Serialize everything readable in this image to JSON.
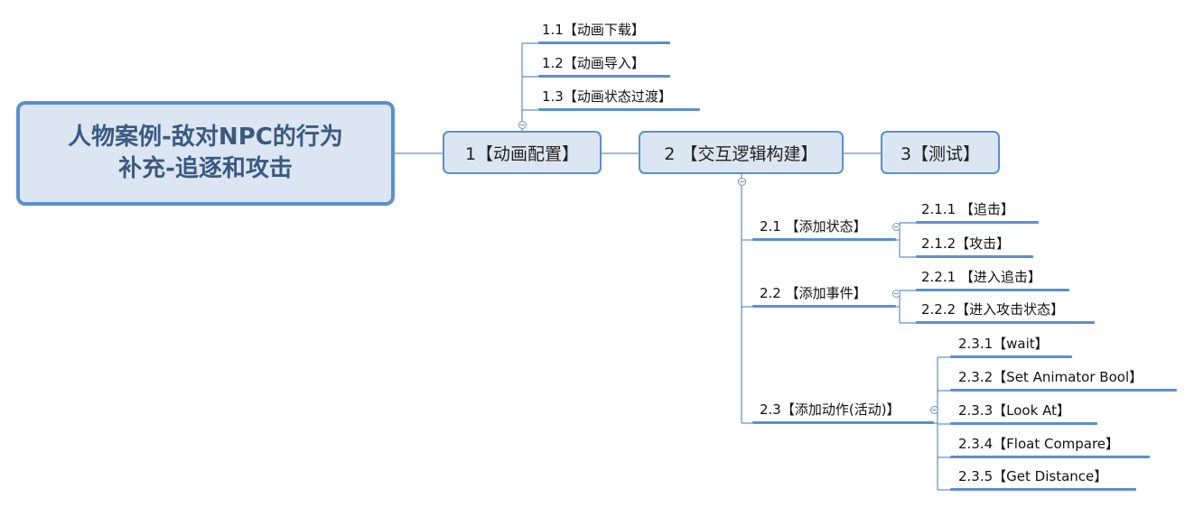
{
  "root": {
    "label": "人物案例-敌对NPC的行为\n补充-追逐和攻击"
  },
  "nodes": [
    {
      "label": "1【动画配置】",
      "children": [
        "1.1【动画下载】",
        "1.2【动画导入】",
        "1.3【动画状态过渡】"
      ]
    },
    {
      "label": "2 【交互逻辑构建】",
      "children": [
        {
          "label": "2.1 【添加状态】",
          "children": [
            "2.1.1 【追击】",
            "2.1.2【攻击】"
          ]
        },
        {
          "label": "2.2 【添加事件】",
          "children": [
            "2.2.1 【进入追击】",
            "2.2.2【进入攻击状态】"
          ]
        },
        {
          "label": "2.3【添加动作(活动)】",
          "children": [
            "2.3.1【wait】",
            "2.3.2【Set Animator Bool】",
            "2.3.3【Look At】",
            "2.3.4【Float Compare】",
            "2.3.5【Get Distance】"
          ]
        }
      ]
    },
    {
      "label": "3【测试】"
    }
  ],
  "colors": {
    "node_fill": "#dce6f2",
    "node_border": "#5b8fcf",
    "root_text": "#3b5a80",
    "connector": "#5b8fcf"
  }
}
